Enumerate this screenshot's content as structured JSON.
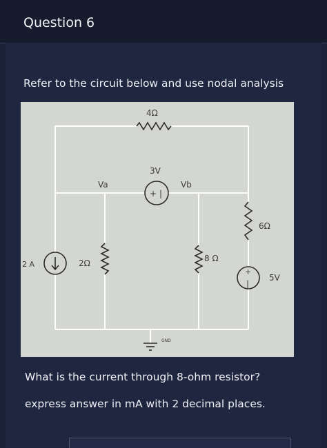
{
  "question": {
    "title": "Question 6",
    "prompt": "Refer to the circuit below and use nodal analysis",
    "line1": "What is the current through 8-ohm resistor?",
    "line2": "express answer in mA with 2 decimal places."
  },
  "circuit": {
    "r_top": "4Ω",
    "vsrc_mid": "3V",
    "node_a": "Va",
    "node_b": "Vb",
    "isrc": "2 A",
    "r_left": "2Ω",
    "r_mid": "8 Ω",
    "r_right": "6Ω",
    "vsrc_right": "5V",
    "ground": "GND"
  },
  "colors": {
    "background": "#1b2138",
    "header": "#161b2e",
    "figure_bg": "#d4d6d2",
    "wire": "#ffffff",
    "component": "#2a2a2a"
  }
}
